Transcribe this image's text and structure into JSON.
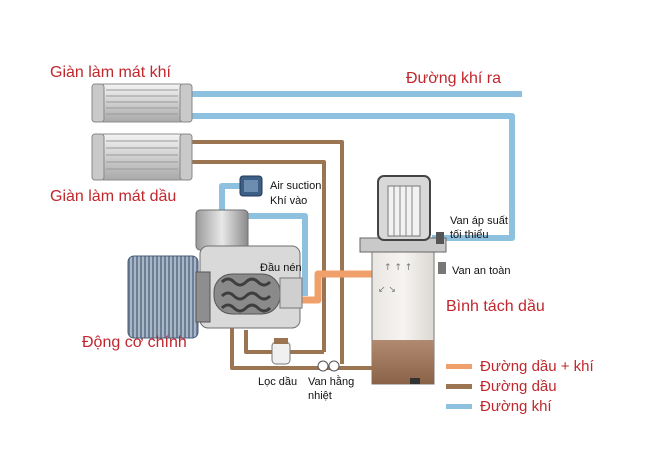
{
  "labels": {
    "air_cooler": "Giàn làm mát khí",
    "oil_cooler": "Giàn làm mát dầu",
    "air_out": "Đường khí ra",
    "air_suction": "Air suction",
    "air_in": "Khí vào",
    "compressor_head": "Đầu nén",
    "min_pressure_valve_1": "Van áp suất",
    "min_pressure_valve_2": "tối thiểu",
    "safety_valve": "Van an toàn",
    "separator": "Bình tách dầu",
    "main_motor": "Động cơ chính",
    "oil_filter": "Lọc dầu",
    "thermo_valve_1": "Van hằng",
    "thermo_valve_2": "nhiệt"
  },
  "legend": [
    {
      "label": "Đường dầu + khí",
      "color": "#f0a06a"
    },
    {
      "label": "Đường dầu",
      "color": "#9b7452"
    },
    {
      "label": "Đường khí",
      "color": "#8ec1e0"
    }
  ],
  "colors": {
    "air_line": "#8ec1e0",
    "oil_line": "#9b7452",
    "oil_air_line": "#f0a06a",
    "label_red": "#c0272d"
  }
}
